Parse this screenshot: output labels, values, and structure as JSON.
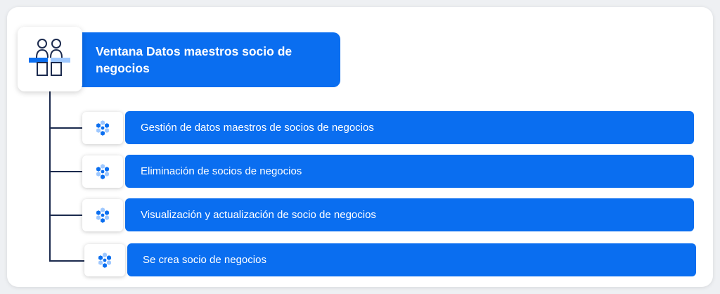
{
  "diagram": {
    "title": "Ventana Datos maestros socio de negocios",
    "title_icon": "two-people-icon",
    "item_icon": "cubes-icon",
    "items": [
      {
        "label": "Gestión de datos maestros de socios de negocios"
      },
      {
        "label": "Eliminación de socios de negocios"
      },
      {
        "label": "Visualización y actualización de socio de negocios"
      },
      {
        "label": "Se crea socio de negocios"
      }
    ]
  },
  "colors": {
    "accent": "#0a6ef0",
    "line": "#1b2a4e",
    "icon_light": "#9ec8ff",
    "icon_dark": "#0a6ef0"
  }
}
